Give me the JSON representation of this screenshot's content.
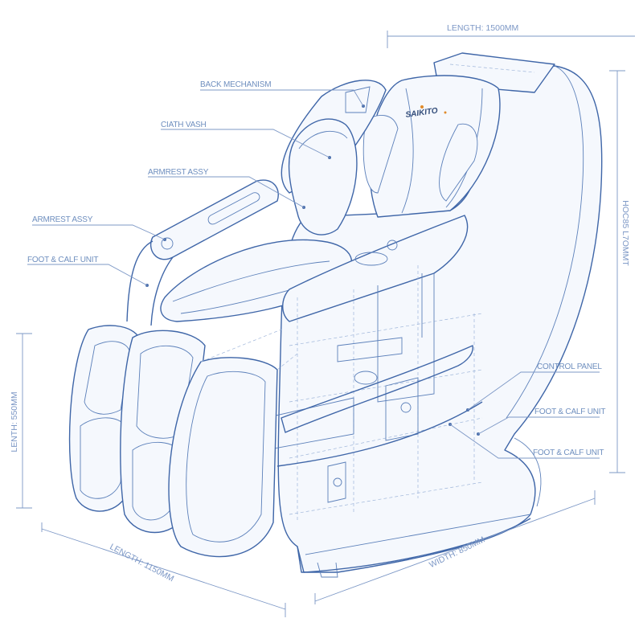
{
  "diagram": {
    "brand_logo": "SAIKITO",
    "colors": {
      "line": "#3f66a8",
      "label": "#6f8fbf",
      "logo_accent": "#e08a2a"
    },
    "labels": {
      "back_mechanism": "BACK MECHANISM",
      "ciath_vash": "CIATH VASH",
      "armrest_assy_1": "ARMREST ASSY",
      "armrest_assy_2": "ARMREST ASSY",
      "foot_calf_left": "FOOT & CALF UNIT",
      "control_panel": "CONTROL PANEL",
      "foot_calf_right_1": "FOOT & CALF UNIT",
      "foot_calf_right_2": "FOOT & CALF UNIT"
    },
    "dimensions": {
      "top_length": "LENGTH: 1500MM",
      "height": "HOC85 L7OMMT",
      "left_length": "LENTH: 550MM",
      "bottom_length": "LENGTH: 1150MM",
      "width": "WIDTH: 850MM"
    }
  }
}
